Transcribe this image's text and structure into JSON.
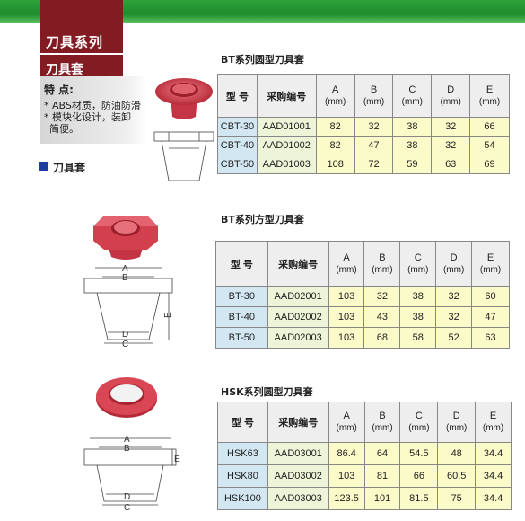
{
  "header": {
    "series_title": "刀具系列",
    "section_title": "刀具套"
  },
  "features": {
    "heading": "特 点:",
    "lines": [
      "* ABS材质，防油防滑",
      "* 模块化设计，装卸",
      "  简便。"
    ]
  },
  "category_label": "刀具套",
  "tables": [
    {
      "title": "BT系列圆型刀具套",
      "headers": {
        "model": "型 号",
        "code": "采购编号",
        "cols": [
          "A",
          "B",
          "C",
          "D",
          "E"
        ],
        "unit": "(mm)"
      },
      "rows": [
        {
          "model": "CBT-30",
          "code": "AAD01001",
          "values": [
            "82",
            "32",
            "38",
            "32",
            "66"
          ]
        },
        {
          "model": "CBT-40",
          "code": "AAD01002",
          "values": [
            "82",
            "47",
            "38",
            "32",
            "54"
          ]
        },
        {
          "model": "CBT-50",
          "code": "AAD01003",
          "values": [
            "108",
            "72",
            "59",
            "63",
            "69"
          ]
        }
      ]
    },
    {
      "title": "BT系列方型刀具套",
      "headers": {
        "model": "型 号",
        "code": "采购编号",
        "cols": [
          "A",
          "B",
          "C",
          "D",
          "E"
        ],
        "unit": "(mm)"
      },
      "rows": [
        {
          "model": "BT-30",
          "code": "AAD02001",
          "values": [
            "103",
            "32",
            "38",
            "32",
            "60"
          ]
        },
        {
          "model": "BT-40",
          "code": "AAD02002",
          "values": [
            "103",
            "43",
            "38",
            "32",
            "47"
          ]
        },
        {
          "model": "BT-50",
          "code": "AAD02003",
          "values": [
            "103",
            "68",
            "58",
            "52",
            "63"
          ]
        }
      ]
    },
    {
      "title": "HSK系列圆型刀具套",
      "headers": {
        "model": "型 号",
        "code": "采购编号",
        "cols": [
          "A",
          "B",
          "C",
          "D",
          "E"
        ],
        "unit": "(mm)"
      },
      "rows": [
        {
          "model": "HSK63",
          "code": "AAD03001",
          "values": [
            "86.4",
            "64",
            "54.5",
            "48",
            "34.4"
          ]
        },
        {
          "model": "HSK80",
          "code": "AAD03002",
          "values": [
            "103",
            "81",
            "66",
            "60.5",
            "34.4"
          ]
        },
        {
          "model": "HSK100",
          "code": "AAD03003",
          "values": [
            "123.5",
            "101",
            "81.5",
            "75",
            "34.4"
          ]
        }
      ]
    }
  ],
  "diagram_labels": {
    "a": "A",
    "b": "B",
    "c": "C",
    "d": "D",
    "e": "E"
  },
  "colors": {
    "brand_red": "#821b22",
    "top_green": "#1e8c2b",
    "product_red": "#d0404e"
  }
}
